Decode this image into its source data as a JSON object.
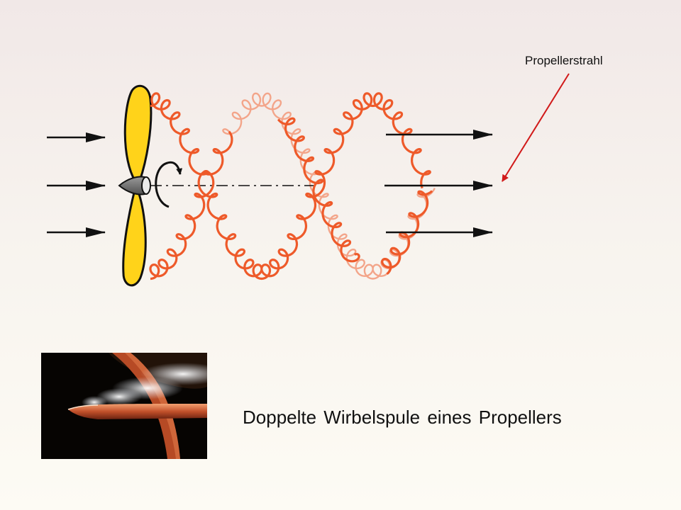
{
  "labels": {
    "jet": "Propellerstrahl",
    "caption": "Doppelte Wirbelspule eines Propellers"
  },
  "colors": {
    "vortex": "#ee5a2a",
    "vortex_back": "#f3a58a",
    "blade": "#ffd31a",
    "arrow": "#111111",
    "pointer": "#d11a1a"
  },
  "icons": {
    "propeller": "propeller-icon",
    "rotation": "rotation-arrow-icon",
    "photo": "smoke-vortex-photo"
  }
}
